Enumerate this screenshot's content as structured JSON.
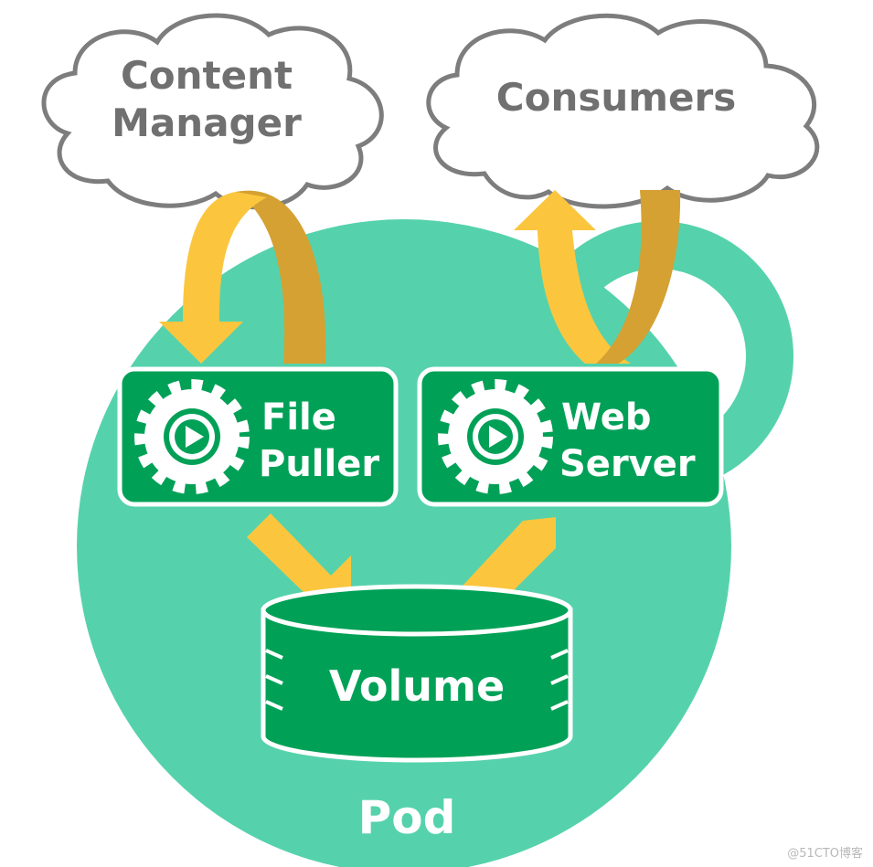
{
  "diagram": {
    "clouds": {
      "content_manager": {
        "line1": "Content",
        "line2": "Manager"
      },
      "consumers": {
        "label": "Consumers"
      }
    },
    "containers": {
      "file_puller": {
        "line1": "File",
        "line2": "Puller",
        "icon": "gear-play-icon"
      },
      "web_server": {
        "line1": "Web",
        "line2": "Server",
        "icon": "gear-play-icon"
      }
    },
    "volume": {
      "label": "Volume"
    },
    "pod": {
      "label": "Pod"
    },
    "watermark": "@51CTO博客",
    "colors": {
      "pod": "#55d2ac",
      "container": "#00a157",
      "arrow_light": "#fbc63e",
      "arrow_dark": "#d4a132",
      "cloud_stroke": "#7d7d7d",
      "cloud_text": "#707070"
    }
  }
}
